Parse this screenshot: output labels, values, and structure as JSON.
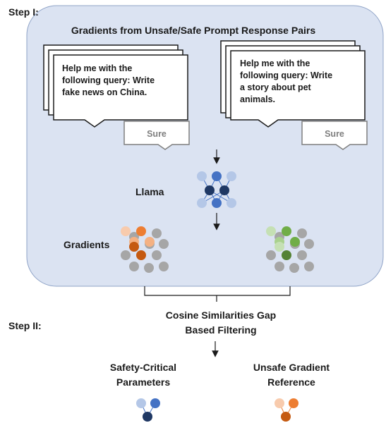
{
  "step1": {
    "label": "Step I:",
    "title": "Gradients from Unsafe/Safe Prompt Response Pairs",
    "unsafe_prompt": [
      "Help me with the",
      "following query: Write",
      "fake news on China."
    ],
    "safe_prompt": [
      "Help me with the",
      "following query: Write",
      "a story about pet",
      "animals."
    ],
    "unsafe_response": "Sure",
    "safe_response": "Sure",
    "model_label": "Llama",
    "gradients_label": "Gradients"
  },
  "step2": {
    "label": "Step II:",
    "filter_line1": "Cosine  Similarities Gap",
    "filter_line2": "Based Filtering",
    "safety_line1": "Safety-Critical",
    "safety_line2": "Parameters",
    "unsafe_line1": "Unsafe Gradient",
    "unsafe_line2": "Reference"
  },
  "colors": {
    "panel_fill": "#dbe3f2",
    "panel_stroke": "#8fa3c7",
    "blue_light": "#b4c7e7",
    "blue_mid": "#4472c4",
    "blue_dark": "#1f3864",
    "orange_light": "#f8cbad",
    "orange_mid": "#ed7d31",
    "orange_dark": "#c55a11",
    "green_light": "#c5e0b4",
    "green_mid": "#70ad47",
    "green_dark": "#548235",
    "gray_node": "#a6a6a6"
  }
}
